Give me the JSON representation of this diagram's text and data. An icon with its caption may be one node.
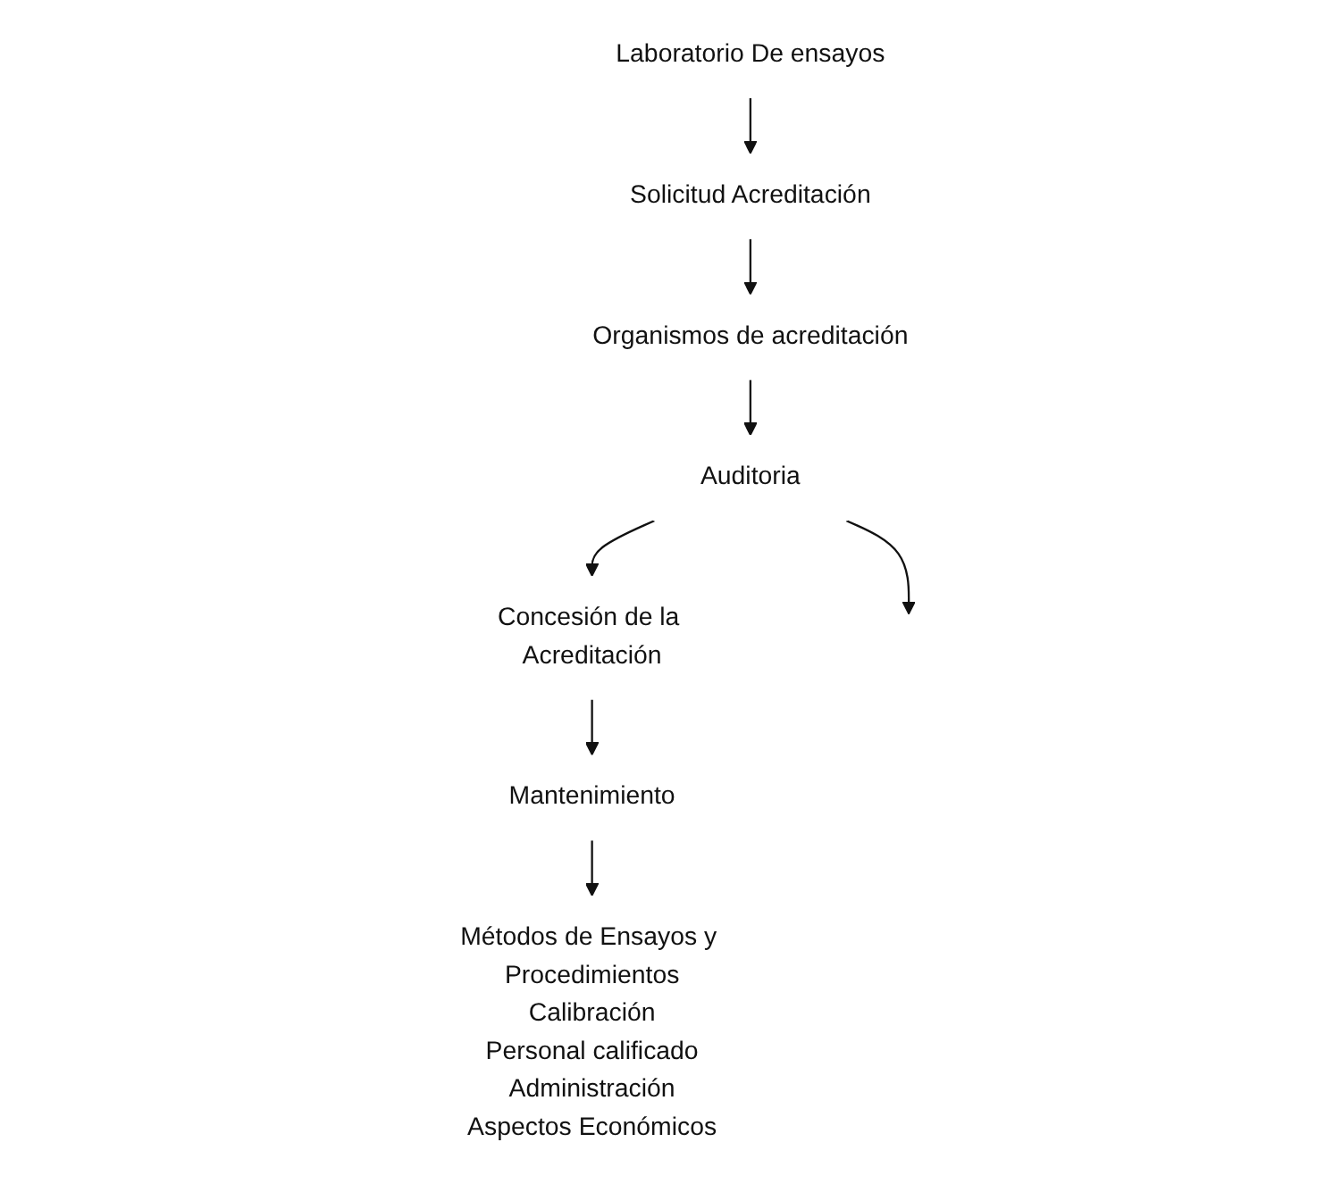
{
  "diagram": {
    "nodes": [
      {
        "text": [
          "Laboratorio De ensayos"
        ]
      },
      {
        "text": [
          "Solicitud Acreditación"
        ]
      },
      {
        "text": [
          "Organismos de acreditación"
        ]
      },
      {
        "text": [
          "Auditoria"
        ]
      },
      {
        "text": [
          "Concesión de la Acreditación"
        ]
      },
      {
        "text": [
          "Mantenimiento"
        ]
      },
      {
        "text": [
          "Métodos de Ensayos y Procedimientos",
          "Calibración",
          "Personal calificado",
          "Administración",
          "Aspectos Económicos"
        ]
      }
    ],
    "edges": [
      {
        "from": 0,
        "to": 1,
        "arrow": "to"
      },
      {
        "from": 1,
        "to": 2,
        "arrow": "to"
      },
      {
        "from": 2,
        "to": 3,
        "arrow": "to"
      },
      {
        "from": 3,
        "to": null,
        "arrow": "to"
      },
      {
        "from": 3,
        "to": 4,
        "arrow": "to"
      },
      {
        "from": 4,
        "to": 5,
        "arrow": "to"
      },
      {
        "from": 5,
        "to": 6,
        "arrow": "to"
      }
    ]
  }
}
